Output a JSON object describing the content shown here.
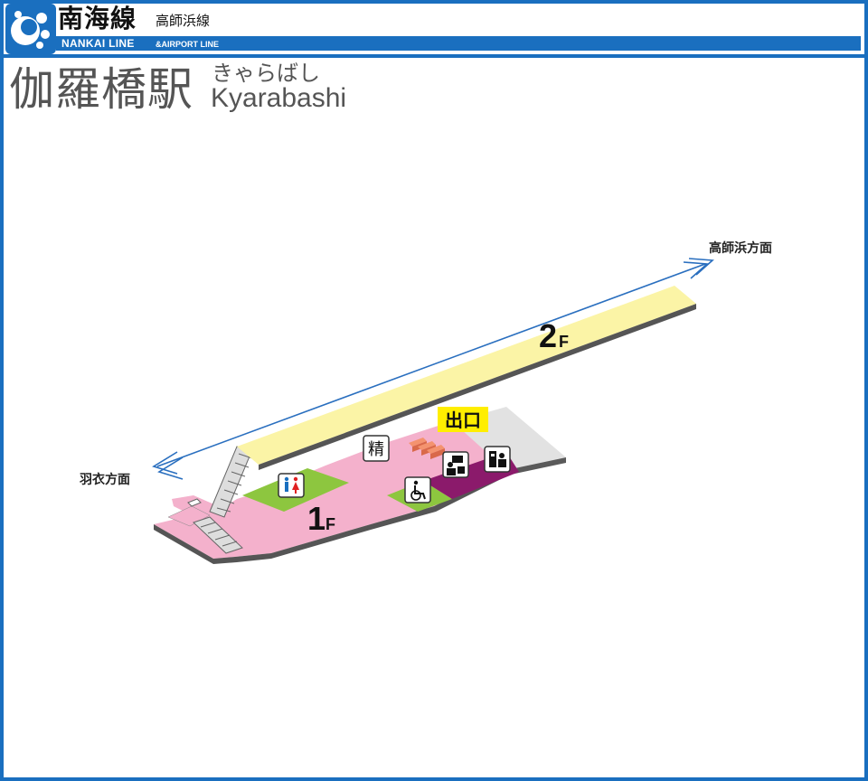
{
  "header": {
    "line_name": "南海線",
    "line_sub": "高師浜線",
    "en_main": "NANKAI LINE",
    "en_sub": "&AIRPORT LINE",
    "brand_color": "#1a6fbf"
  },
  "station": {
    "name": "伽羅橋駅",
    "kana": "きゃらばし",
    "roman": "Kyarabashi"
  },
  "diagram": {
    "direction_north": "高師浜方面",
    "direction_south": "羽衣方面",
    "floor_upper_num": "2",
    "floor_upper_unit": "F",
    "floor_lower_num": "1",
    "floor_lower_unit": "F",
    "exit_label": "出口",
    "fare_adjust_label": "精",
    "icons": [
      "toilet-icon",
      "wheelchair-icon",
      "station-office-icon",
      "ticket-machine-icon",
      "ticket-gate-icon",
      "stairs-icon"
    ],
    "colors": {
      "platform": "#fbf4a6",
      "concourse": "#f4b1cc",
      "toilet_area": "#8dc63f",
      "office_area": "#8b1a6b",
      "outside": "#e2e2e2",
      "exit_highlight": "#ffee00",
      "track_arrow": "#2a6fbf",
      "gate": "#f4936f"
    }
  }
}
